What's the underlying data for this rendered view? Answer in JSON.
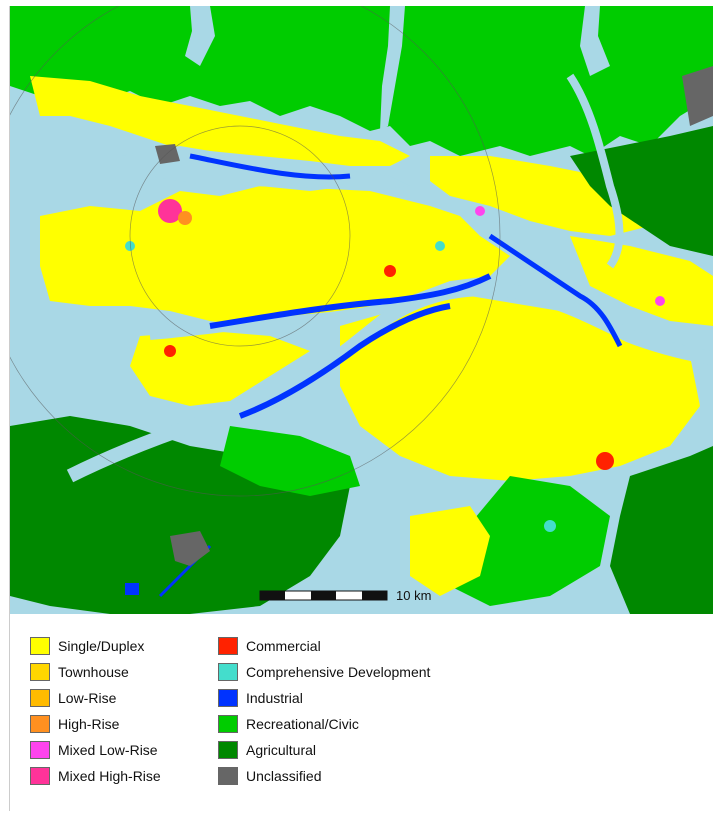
{
  "scale_bar": {
    "label": "10 km"
  },
  "legend": {
    "items": [
      {
        "label": "Single/Duplex",
        "color": "#ffff00"
      },
      {
        "label": "Townhouse",
        "color": "#ffd700"
      },
      {
        "label": "Low-Rise",
        "color": "#ffbb00"
      },
      {
        "label": "High-Rise",
        "color": "#ff9020"
      },
      {
        "label": "Mixed Low-Rise",
        "color": "#ff44ee"
      },
      {
        "label": "Mixed High-Rise",
        "color": "#ff3399"
      },
      {
        "label": "Commercial",
        "color": "#ff2200"
      },
      {
        "label": "Comprehensive Development",
        "color": "#44ddcc"
      },
      {
        "label": "Industrial",
        "color": "#0033ff"
      },
      {
        "label": "Recreational/Civic",
        "color": "#00cc00"
      },
      {
        "label": "Agricultural",
        "color": "#008800"
      },
      {
        "label": "Unclassified",
        "color": "#666666"
      }
    ]
  },
  "colors": {
    "water": "#a9d8e6",
    "background_land": "#ffffff"
  }
}
